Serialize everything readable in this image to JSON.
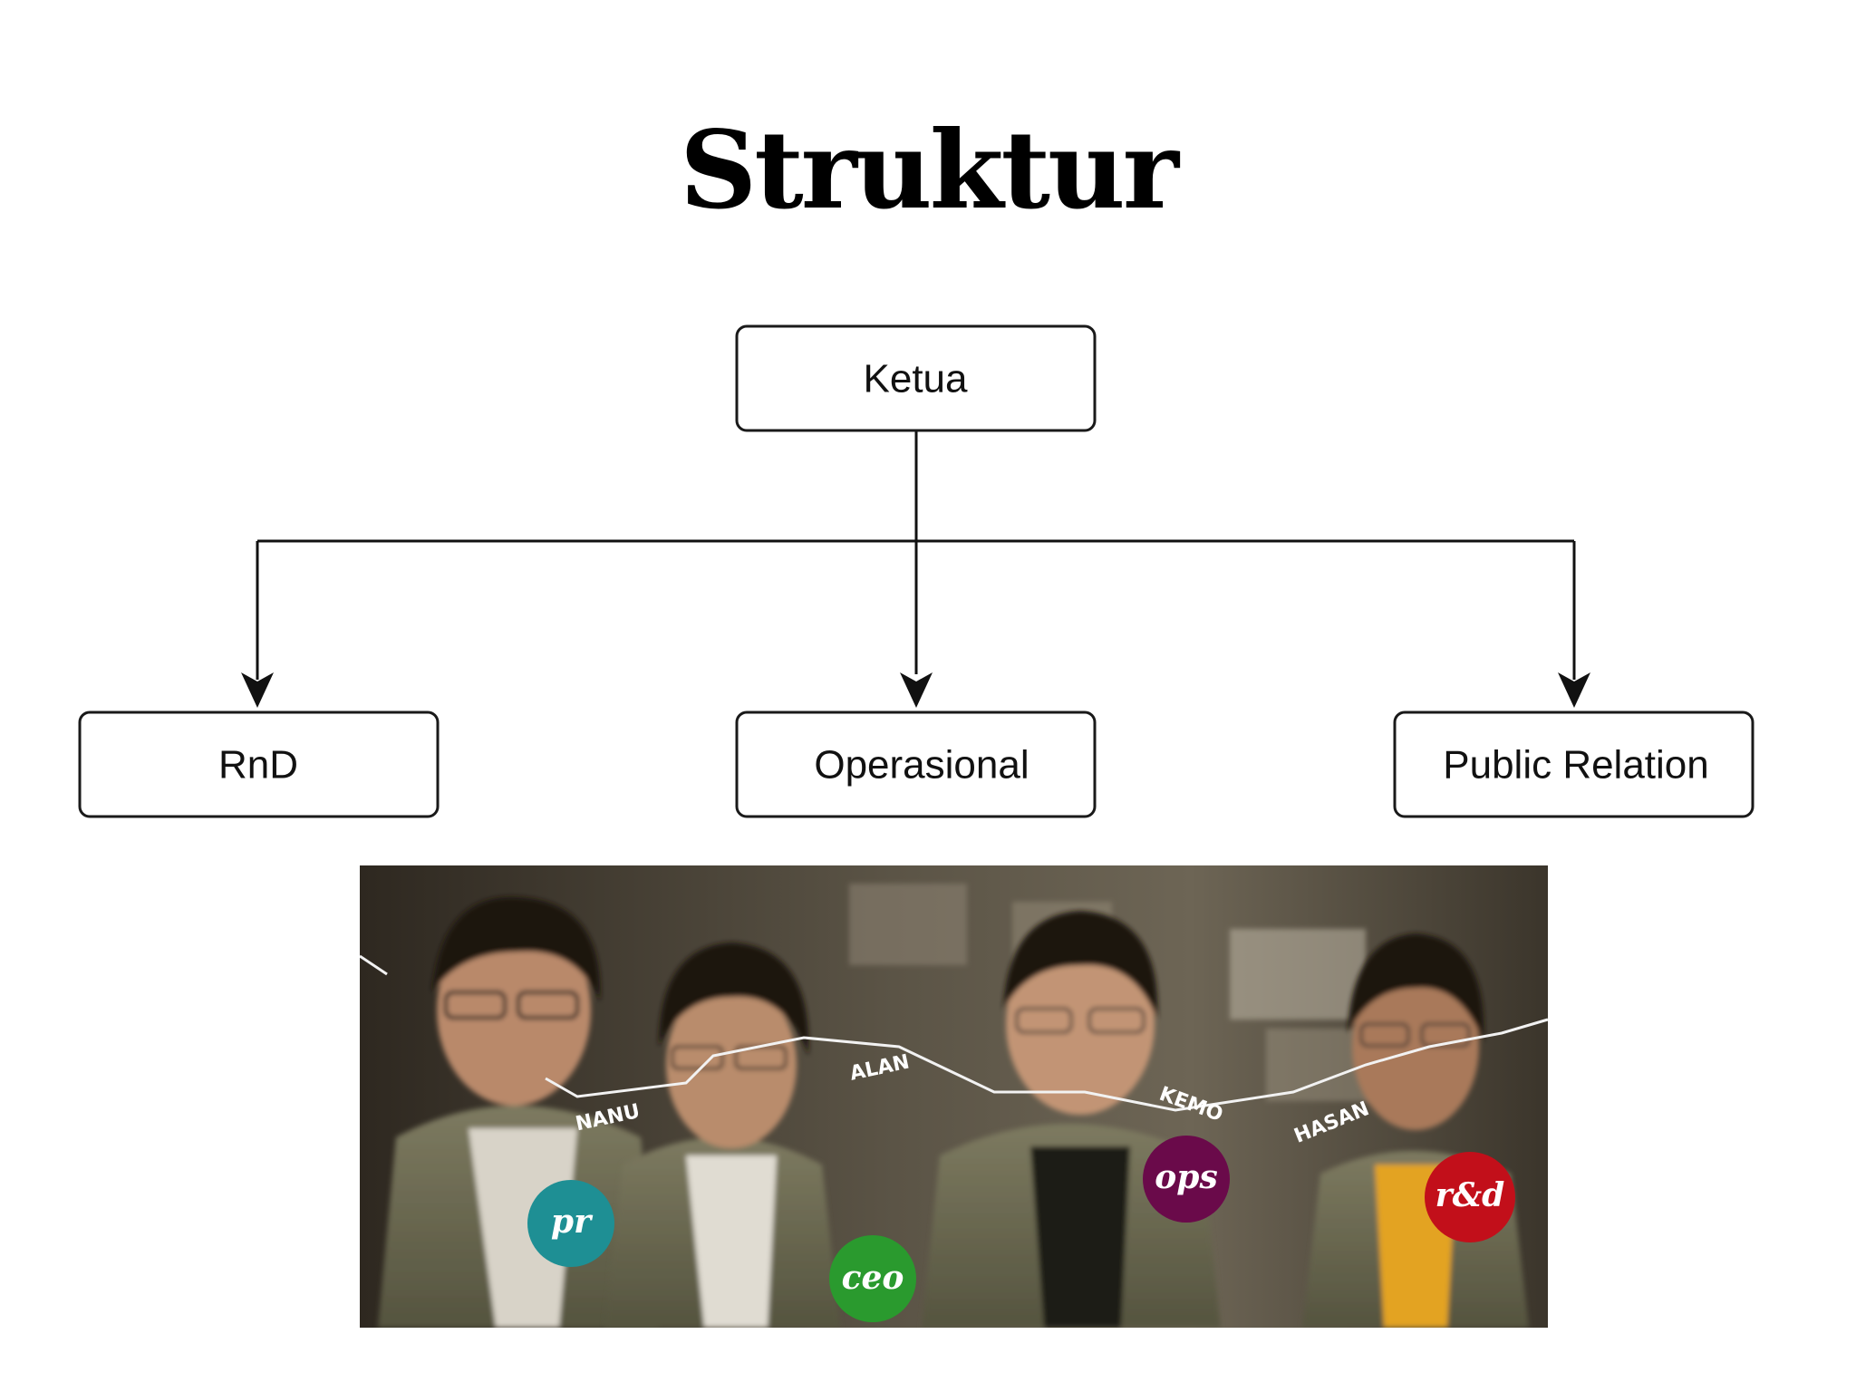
{
  "title": "Struktur",
  "org_chart": {
    "root": "Ketua",
    "children": [
      "RnD",
      "Operasional",
      "Public Relation"
    ]
  },
  "photo": {
    "names": [
      "NANU",
      "ALAN",
      "KEMO",
      "HASAN"
    ],
    "tags": [
      {
        "label": "pr",
        "color": "#1e8f94"
      },
      {
        "label": "ceo",
        "color": "#2a9a2e"
      },
      {
        "label": "ops",
        "color": "#6a0a4a"
      },
      {
        "label": "r&d",
        "color": "#c20f1a"
      }
    ],
    "colors": {
      "background": "#4a4438",
      "jacket": "#6f6d55",
      "skin": "#b9896a",
      "hair": "#1e1610"
    }
  }
}
